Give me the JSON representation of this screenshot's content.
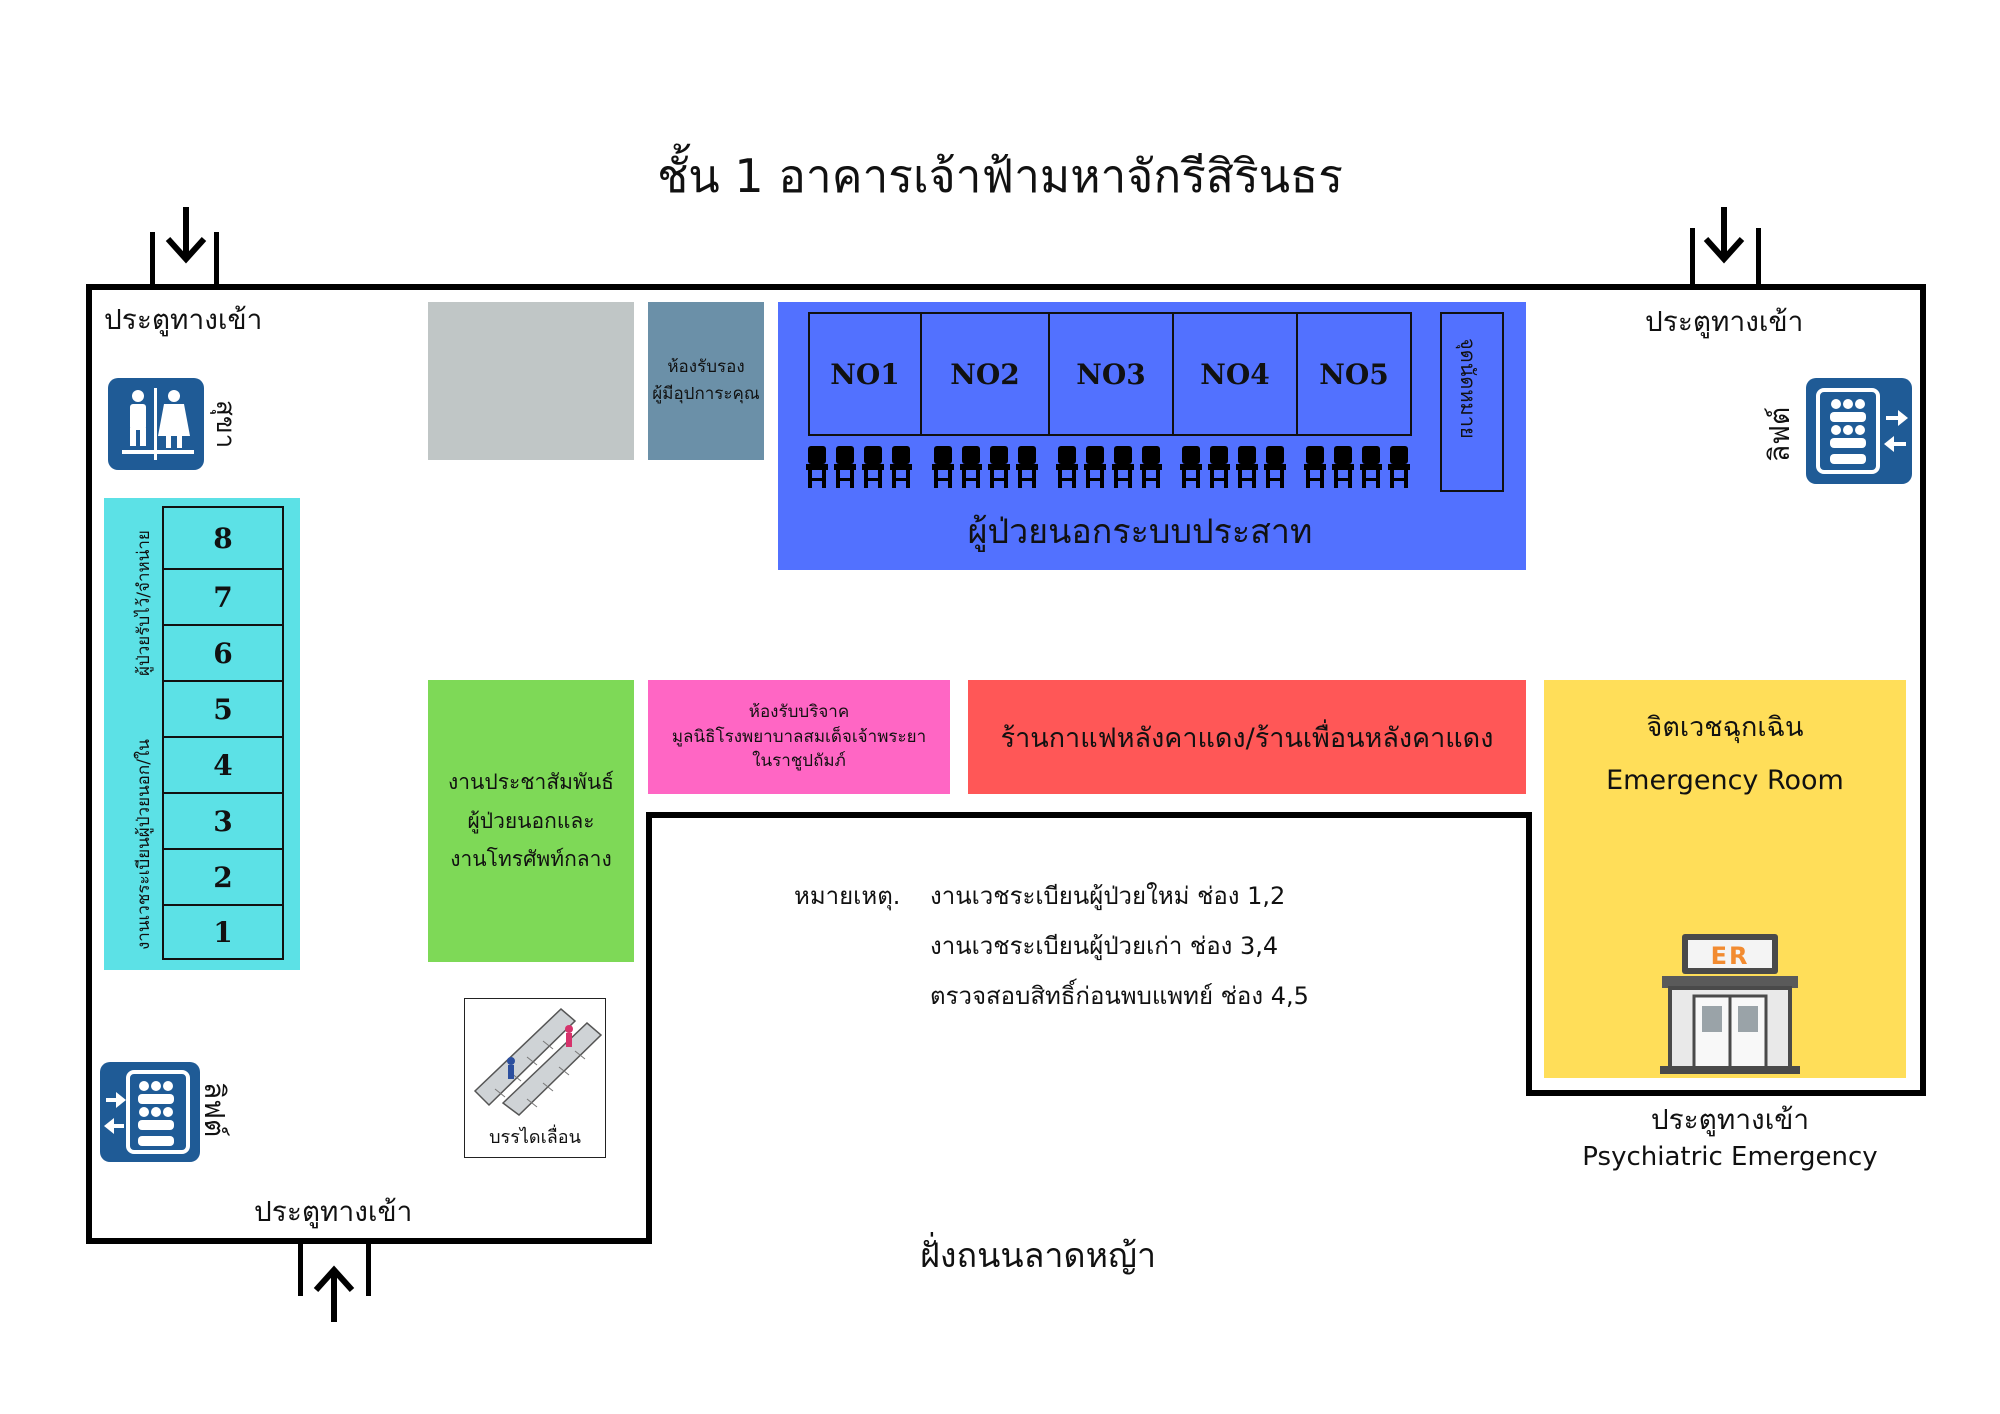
{
  "title": "ชั้น 1 อาคารเจ้าฟ้ามหาจักรีสิรินธร",
  "entrances": {
    "top_left": "ประตูทางเข้า",
    "top_right": "ประตูทางเข้า",
    "bottom_left": "ประตูทางเข้า",
    "psych_line1": "ประตูทางเข้า",
    "psych_line2": "Psychiatric Emergency"
  },
  "street": "ฝั่งถนนลาดหญ้า",
  "restroom": "สุขา",
  "lift_left": "ลิฟต์",
  "lift_right": "ลิฟต์",
  "escalator": "บรรไดเลื่อน",
  "registration": {
    "label_line1": "งานเวชระเบียนผู้ป่วยนอก/ใน",
    "label_line2": "ผู้ป่วยรับไว้/จำหน่าย",
    "counters": [
      "1",
      "2",
      "3",
      "4",
      "5",
      "6",
      "7",
      "8"
    ]
  },
  "rooms": {
    "vip_line1": "ห้องรับรอง",
    "vip_line2": "ผู้มีอุปการะคุณ",
    "pr_line1": "งานประชาสัมพันธ์",
    "pr_line2": "ผู้ป่วยนอกและ",
    "pr_line3": "งานโทรศัพท์กลาง",
    "donation_line1": "ห้องรับบริจาค",
    "donation_line2": "มูลนิธิโรงพยาบาลสมเด็จเจ้าพระยา",
    "donation_line3": "ในราชูปถัมภ์",
    "cafe": "ร้านกาแฟหลังคาแดง/ร้านเพื่อนหลังคาแดง",
    "er_thai": "จิตเวชฉุกเฉิน",
    "er_en": "Emergency Room",
    "er_sign": "ER"
  },
  "neuro": {
    "label": "ผู้ป่วยนอกระบบประสาท",
    "rooms": [
      "NO1",
      "NO2",
      "NO3",
      "NO4",
      "NO5"
    ],
    "side": "จุดนัดหมาย"
  },
  "notes": {
    "heading": "หมายเหตุ.",
    "line1": "งานเวชระเบียนผู้ป่วยใหม่ ช่อง 1,2",
    "line2": "งานเวชระเบียนผู้ป่วยเก่า ช่อง 3,4",
    "line3": "ตรวจสอบสิทธิ์ก่อนพบแพทย์ ช่อง 4,5"
  },
  "colors": {
    "neuro": "#5271ff",
    "registration": "#5ce1e6",
    "pr": "#7ed957",
    "donation": "#ff66c4",
    "cafe": "#ff5757",
    "er": "#ffde59",
    "vip": "#6b90a8",
    "grey_room": "#c0c6c6",
    "icon_blue": "#1f5b96"
  }
}
